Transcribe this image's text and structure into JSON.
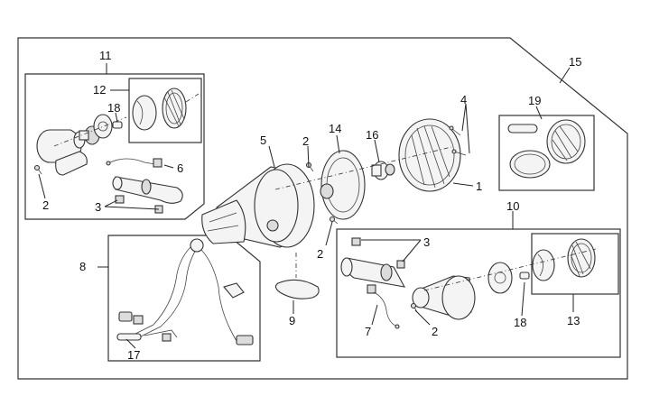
{
  "callouts": {
    "c1": "1",
    "c2a": "2",
    "c2b": "2",
    "c2c": "2",
    "c2d": "2",
    "c3a": "3",
    "c3b": "3",
    "c4": "4",
    "c5": "5",
    "c6": "6",
    "c7": "7",
    "c8": "8",
    "c9": "9",
    "c10": "10",
    "c11": "11",
    "c12": "12",
    "c13": "13",
    "c14": "14",
    "c15": "15",
    "c16": "16",
    "c17": "17",
    "c18a": "18",
    "c18b": "18",
    "c19": "19"
  }
}
